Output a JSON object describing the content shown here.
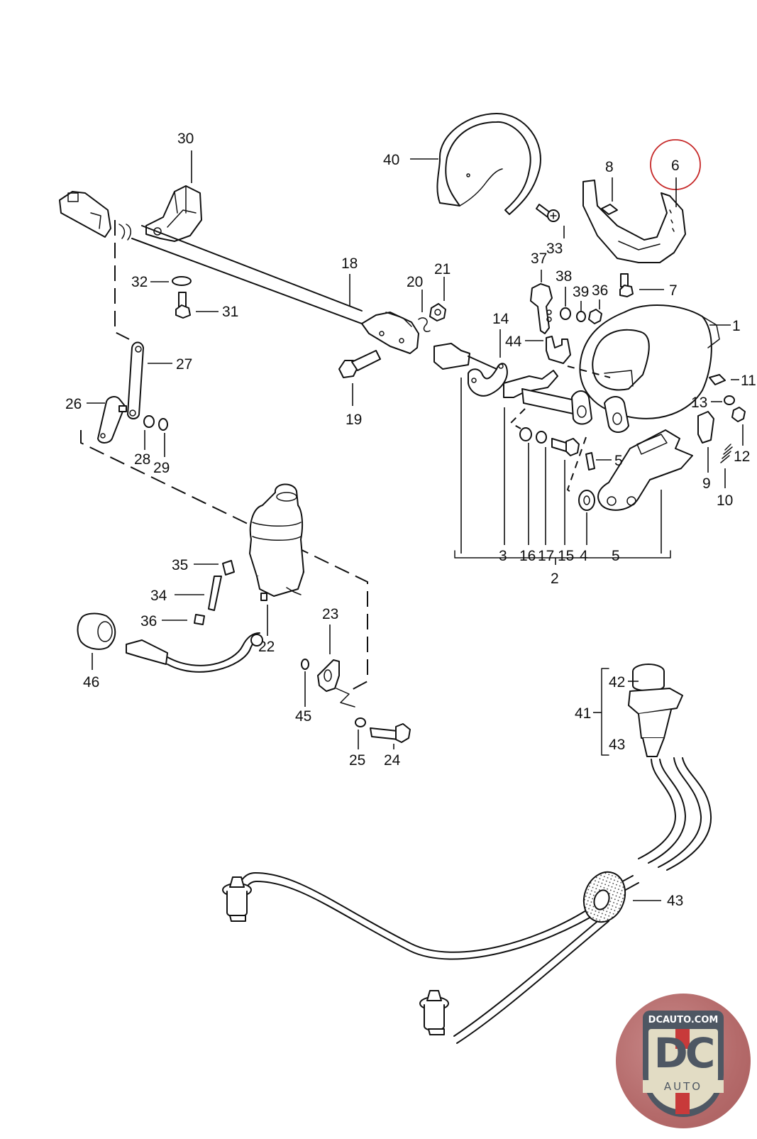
{
  "diagram": {
    "type": "exploded-parts-diagram",
    "highlight": {
      "part": "6",
      "color": "#c62828"
    },
    "callouts": {
      "p1": "1",
      "p2": "2",
      "p3": "3",
      "p4": "4",
      "p5a": "5",
      "p5b": "5",
      "p6": "6",
      "p7": "7",
      "p8": "8",
      "p9": "9",
      "p10": "10",
      "p11": "11",
      "p12": "12",
      "p13": "13",
      "p14": "14",
      "p15": "15",
      "p16": "16",
      "p17": "17",
      "p18": "18",
      "p19": "19",
      "p20": "20",
      "p21": "21",
      "p22": "22",
      "p23": "23",
      "p24": "24",
      "p25": "25",
      "p26": "26",
      "p27": "27",
      "p28": "28",
      "p29": "29",
      "p30": "30",
      "p31": "31",
      "p32": "32",
      "p33": "33",
      "p34": "34",
      "p35": "35",
      "p36a": "36",
      "p36b": "36",
      "p37": "37",
      "p38": "38",
      "p39": "39",
      "p40": "40",
      "p41": "41",
      "p42": "42",
      "p43a": "43",
      "p43b": "43",
      "p44": "44",
      "p45": "45",
      "p46": "46"
    }
  },
  "logo": {
    "url_text": "DCAUTO.COM",
    "mark": "DC",
    "subtitle": "AUTO",
    "colors": {
      "shield": "#4e5763",
      "stripe": "#c83a3a",
      "field": "#e2dcc4",
      "ring": "#b46a6a"
    }
  }
}
